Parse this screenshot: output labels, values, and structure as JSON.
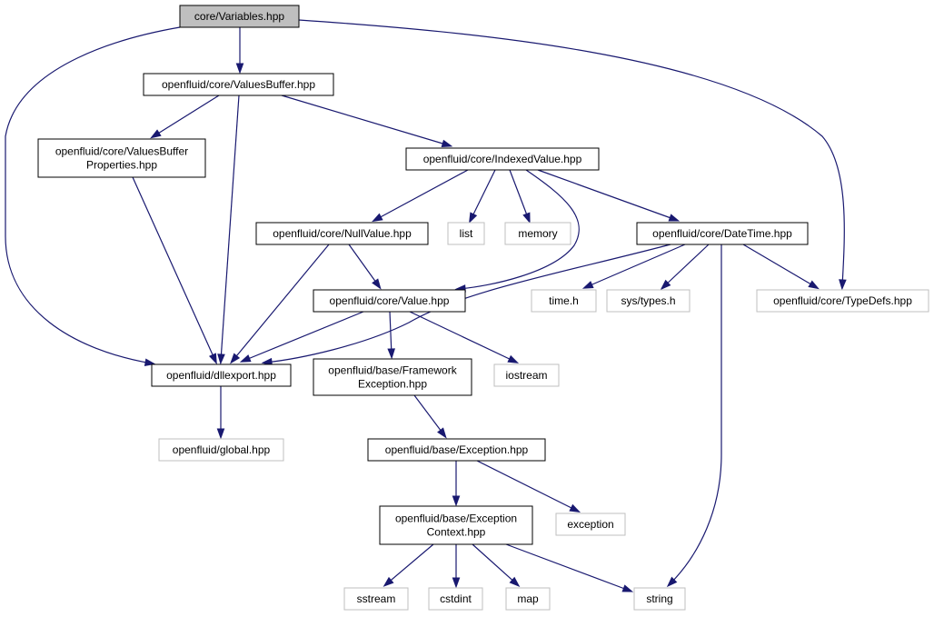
{
  "graph": {
    "root": "core/Variables.hpp",
    "colors": {
      "edge": "#191970",
      "root_fill": "#bfbfbf",
      "node_border": "#000000",
      "external_border": "#bfbfbf",
      "node_fill": "#ffffff"
    },
    "nodes": [
      {
        "id": "variables",
        "lines": [
          "core/Variables.hpp"
        ],
        "kind": "root"
      },
      {
        "id": "valuesbuffer",
        "lines": [
          "openfluid/core/ValuesBuffer.hpp"
        ],
        "kind": "internal"
      },
      {
        "id": "vbprops",
        "lines": [
          "openfluid/core/ValuesBuffer",
          "Properties.hpp"
        ],
        "kind": "internal"
      },
      {
        "id": "indexedvalue",
        "lines": [
          "openfluid/core/IndexedValue.hpp"
        ],
        "kind": "internal"
      },
      {
        "id": "nullvalue",
        "lines": [
          "openfluid/core/NullValue.hpp"
        ],
        "kind": "internal"
      },
      {
        "id": "list",
        "lines": [
          "list"
        ],
        "kind": "external"
      },
      {
        "id": "memory",
        "lines": [
          "memory"
        ],
        "kind": "external"
      },
      {
        "id": "datetime",
        "lines": [
          "openfluid/core/DateTime.hpp"
        ],
        "kind": "internal"
      },
      {
        "id": "value",
        "lines": [
          "openfluid/core/Value.hpp"
        ],
        "kind": "internal"
      },
      {
        "id": "timeh",
        "lines": [
          "time.h"
        ],
        "kind": "external"
      },
      {
        "id": "systypes",
        "lines": [
          "sys/types.h"
        ],
        "kind": "external"
      },
      {
        "id": "typedefs",
        "lines": [
          "openfluid/core/TypeDefs.hpp"
        ],
        "kind": "external"
      },
      {
        "id": "dllexport",
        "lines": [
          "openfluid/dllexport.hpp"
        ],
        "kind": "internal"
      },
      {
        "id": "fwexception",
        "lines": [
          "openfluid/base/Framework",
          "Exception.hpp"
        ],
        "kind": "internal"
      },
      {
        "id": "iostream",
        "lines": [
          "iostream"
        ],
        "kind": "external"
      },
      {
        "id": "global",
        "lines": [
          "openfluid/global.hpp"
        ],
        "kind": "external"
      },
      {
        "id": "exception_hpp",
        "lines": [
          "openfluid/base/Exception.hpp"
        ],
        "kind": "internal"
      },
      {
        "id": "exception",
        "lines": [
          "exception"
        ],
        "kind": "external"
      },
      {
        "id": "exccontext",
        "lines": [
          "openfluid/base/Exception",
          "Context.hpp"
        ],
        "kind": "internal"
      },
      {
        "id": "sstream",
        "lines": [
          "sstream"
        ],
        "kind": "external"
      },
      {
        "id": "cstdint",
        "lines": [
          "cstdint"
        ],
        "kind": "external"
      },
      {
        "id": "map",
        "lines": [
          "map"
        ],
        "kind": "external"
      },
      {
        "id": "string",
        "lines": [
          "string"
        ],
        "kind": "external"
      }
    ],
    "edges": [
      {
        "from": "variables",
        "to": "valuesbuffer"
      },
      {
        "from": "variables",
        "to": "dllexport"
      },
      {
        "from": "variables",
        "to": "typedefs"
      },
      {
        "from": "valuesbuffer",
        "to": "vbprops"
      },
      {
        "from": "valuesbuffer",
        "to": "indexedvalue"
      },
      {
        "from": "valuesbuffer",
        "to": "dllexport"
      },
      {
        "from": "vbprops",
        "to": "dllexport"
      },
      {
        "from": "indexedvalue",
        "to": "nullvalue"
      },
      {
        "from": "indexedvalue",
        "to": "list"
      },
      {
        "from": "indexedvalue",
        "to": "memory"
      },
      {
        "from": "indexedvalue",
        "to": "datetime"
      },
      {
        "from": "indexedvalue",
        "to": "value"
      },
      {
        "from": "nullvalue",
        "to": "value"
      },
      {
        "from": "nullvalue",
        "to": "dllexport"
      },
      {
        "from": "datetime",
        "to": "dllexport"
      },
      {
        "from": "datetime",
        "to": "timeh"
      },
      {
        "from": "datetime",
        "to": "systypes"
      },
      {
        "from": "datetime",
        "to": "typedefs"
      },
      {
        "from": "datetime",
        "to": "string"
      },
      {
        "from": "value",
        "to": "dllexport"
      },
      {
        "from": "value",
        "to": "fwexception"
      },
      {
        "from": "value",
        "to": "iostream"
      },
      {
        "from": "dllexport",
        "to": "global"
      },
      {
        "from": "fwexception",
        "to": "exception_hpp"
      },
      {
        "from": "exception_hpp",
        "to": "exccontext"
      },
      {
        "from": "exception_hpp",
        "to": "exception"
      },
      {
        "from": "exccontext",
        "to": "sstream"
      },
      {
        "from": "exccontext",
        "to": "cstdint"
      },
      {
        "from": "exccontext",
        "to": "map"
      },
      {
        "from": "exccontext",
        "to": "string"
      }
    ]
  }
}
